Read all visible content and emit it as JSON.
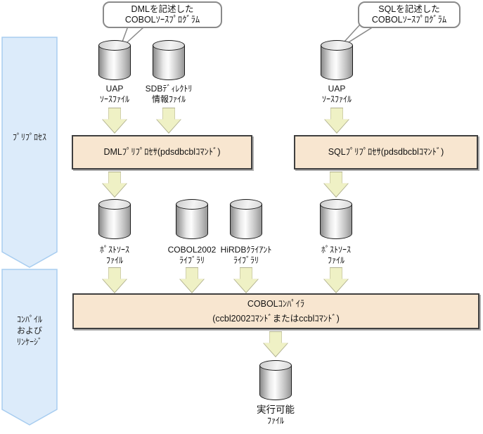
{
  "callouts": [
    {
      "line1": "DMLを記述した",
      "line2": "COBOLｿｰｽﾌﾟﾛｸﾞﾗﾑ"
    },
    {
      "line1": "SQLを記述した",
      "line2": "COBOLｿｰｽﾌﾟﾛｸﾞﾗﾑ"
    }
  ],
  "phase_bands": [
    {
      "line1": "ﾌﾟﾘﾌﾟﾛｾｽ"
    },
    {
      "line1": "ｺﾝﾊﾟｲﾙ",
      "line2": "および",
      "line3": "ﾘﾝｹｰｼﾞ"
    }
  ],
  "cylinders": [
    {
      "line1": "UAP",
      "line2": "ｿｰｽﾌｧｲﾙ"
    },
    {
      "line1": "SDBﾃﾞｨﾚｸﾄﾘ",
      "line2": "情報ﾌｧｲﾙ"
    },
    {
      "line1": "UAP",
      "line2": "ｿｰｽﾌｧｲﾙ"
    },
    {
      "line1": "ﾎﾟｽﾄｿｰｽ",
      "line2": "ﾌｧｲﾙ"
    },
    {
      "line1": "COBOL2002",
      "line2": "ﾗｲﾌﾞﾗﾘ"
    },
    {
      "line1": "HiRDBｸﾗｲｱﾝﾄ",
      "line2": "ﾗｲﾌﾞﾗﾘ"
    },
    {
      "line1": "ﾎﾟｽﾄｿｰｽ",
      "line2": "ﾌｧｲﾙ"
    },
    {
      "line1": "実行可能",
      "line2": "ﾌｧｲﾙ"
    }
  ],
  "process_boxes": [
    {
      "label": "DMLﾌﾟﾘﾌﾟﾛｾｻ(pdsdbcblｺﾏﾝﾄﾞ)"
    },
    {
      "label": "SQLﾌﾟﾘﾌﾟﾛｾｻ(pdsdbcblｺﾏﾝﾄﾞ)"
    },
    {
      "line1": "COBOLｺﾝﾊﾟｲﾗ",
      "line2": "(ccbl2002ｺﾏﾝﾄﾞまたはccblｺﾏﾝﾄﾞ)"
    }
  ],
  "palette": {
    "band_fill": "#dcebfa",
    "band_border": "#a8cdf0",
    "box_fill": "#f8e6d0",
    "box_border": "#3f3f3f",
    "arrow_fill": "#eff1c5",
    "arrow_border": "#b0b08e",
    "callout_border": "#8a8a8a"
  }
}
